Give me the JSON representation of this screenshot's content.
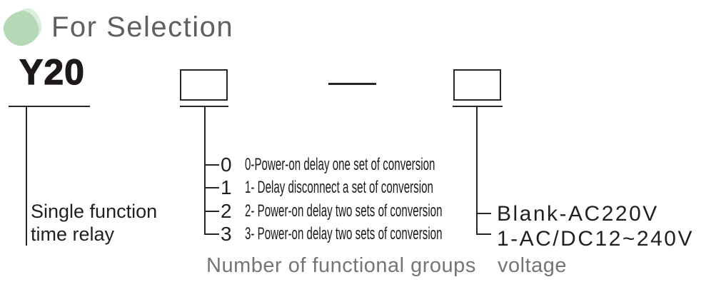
{
  "header": {
    "title": "For Selection"
  },
  "diagram": {
    "model": {
      "code": "Y20",
      "description": "Single function\ntime relay"
    },
    "separator": "—",
    "function_digit": {
      "options": [
        {
          "code": "0",
          "description": "0-Power-on delay one set of conversion"
        },
        {
          "code": "1",
          "description": "1- Delay disconnect a set of conversion"
        },
        {
          "code": "2",
          "description": "2- Power-on delay two sets of conversion"
        },
        {
          "code": "3",
          "description": "3- Power-on delay two sets of conversion"
        }
      ],
      "caption": "Number of functional groups"
    },
    "voltage_digit": {
      "options": [
        {
          "label": "Blank-AC220V"
        },
        {
          "label": "1-AC/DC12~240V"
        }
      ],
      "caption": "voltage"
    }
  },
  "colors": {
    "ink": "#2a2425",
    "title_gray": "#5f5f5f",
    "caption_gray": "#757575",
    "accent_green": "#b5d9b7"
  }
}
